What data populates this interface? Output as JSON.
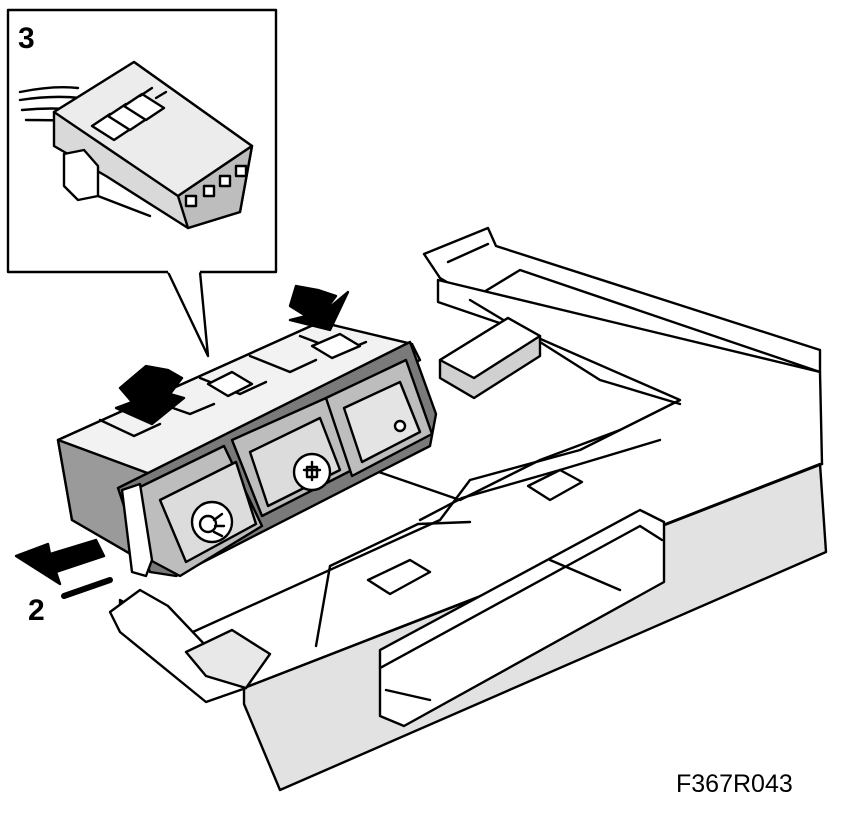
{
  "labels": {
    "callout_3": "3",
    "callout_2": "2",
    "figure_code": "F367R043"
  },
  "icons": {
    "connector": "electrical-connector-icon",
    "switch_left": "headlight-on-icon",
    "switch_middle": "adjust-cross-icon",
    "switch_right": "dot-icon",
    "arrows": "push-arrow-icon"
  },
  "colors": {
    "line": "#000000",
    "fill_light": "#ffffff",
    "fill_grey": "#c8c8c8",
    "fill_dark": "#7a7a7a"
  }
}
